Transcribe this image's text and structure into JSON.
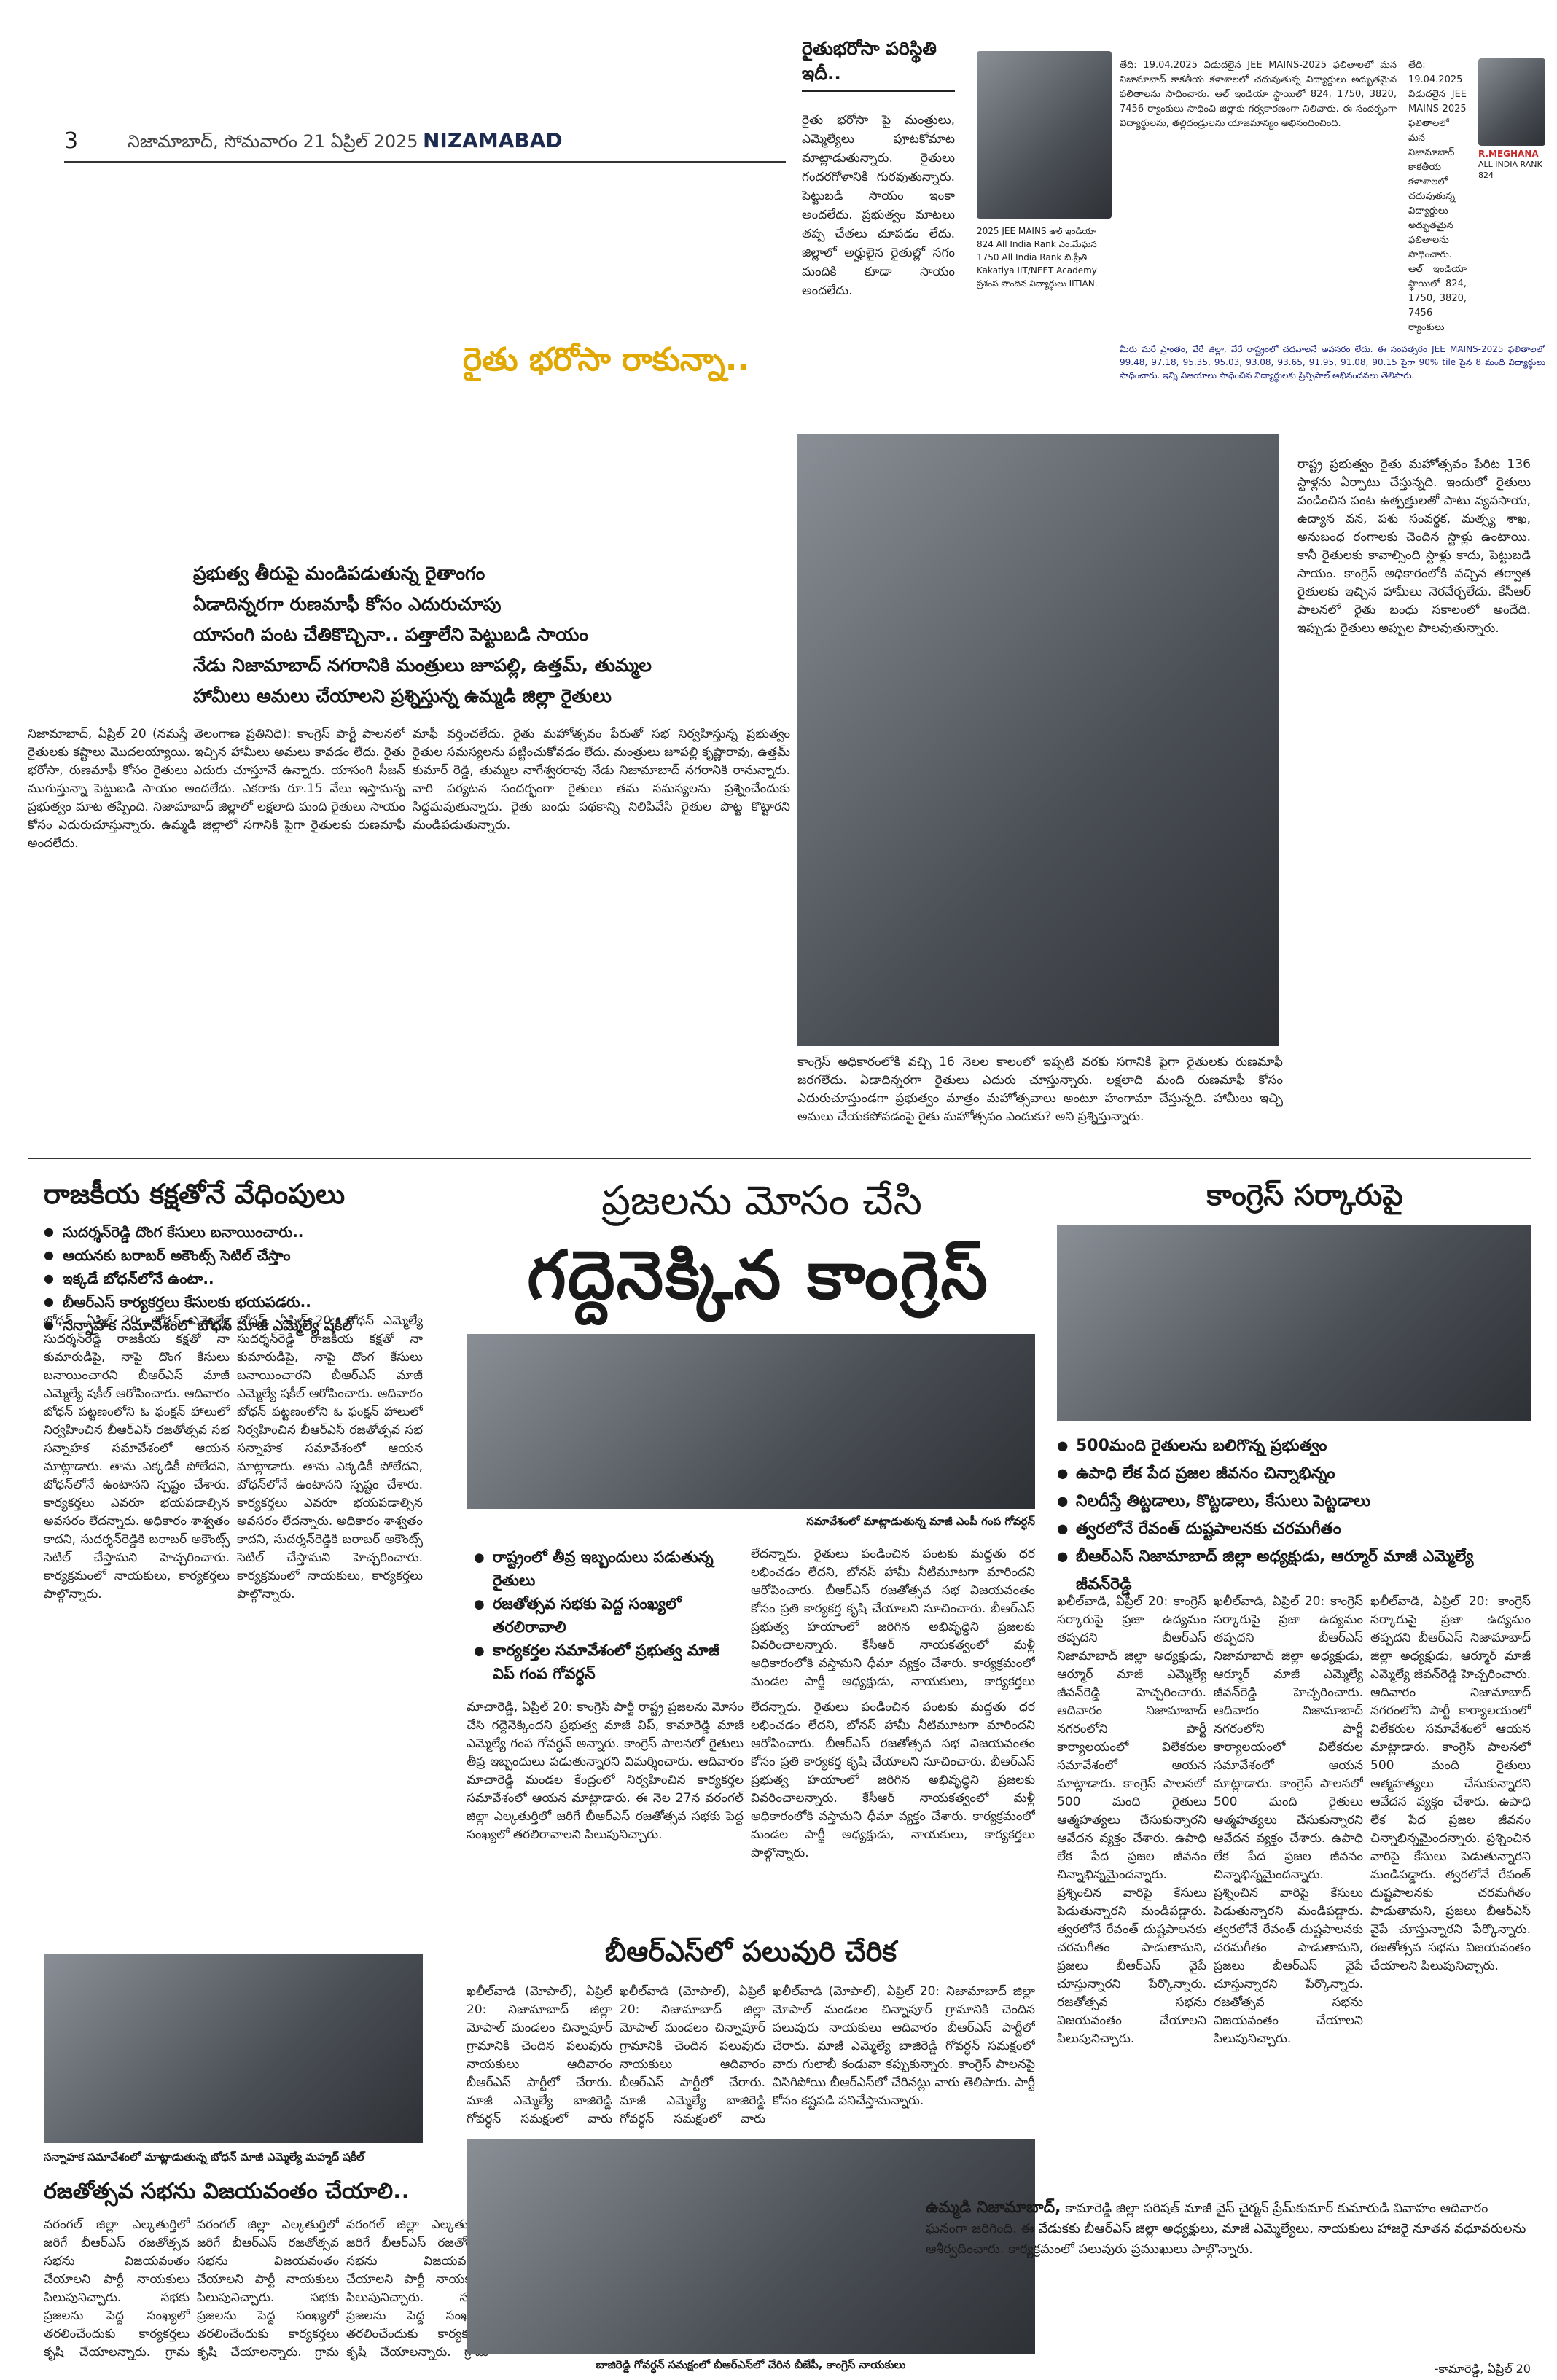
{
  "masthead": {
    "page_number": "3",
    "date_line": "నిజామాబాద్, సోమవారం 21 ఏప్రిల్ 2025",
    "edition": "NIZAMABAD"
  },
  "top_story": {
    "kicker": "రైతు భరోసా రాకున్నా..",
    "sub_headline": "రైతుభరోసా పరిస్థితి ఇదీ..",
    "body": "రైతు భరోసా పై మంత్రులు, ఎమ్మెల్యేలు పూటకోమాట మాట్లాడుతున్నారు. రైతులు గందరగోళానికి గురవుతున్నారు. పెట్టుబడి సాయం ఇంకా అందలేదు. ప్రభుత్వం మాటలు తప్ప చేతలు చూపడం లేదు. జిల్లాలో అర్హులైన రైతుల్లో సగం మందికి కూడా సాయం అందలేదు."
  },
  "jee": {
    "photo_caption": "2025 JEE MAINS ఆల్ ఇండియా 824 All India Rank ఎం.మేఘన 1750 All India Rank బి.ప్రీతి Kakatiya IIT/NEET Academy ప్రశంస పొందిన విద్యార్థులు IITIAN.",
    "body": "తేది: 19.04.2025 విడుదలైన JEE MAINS-2025 ఫలితాలలో మన నిజామాబాద్ కాకతీయ కళాశాలలో చదువుతున్న విద్యార్థులు అద్భుతమైన ఫలితాలను సాధించారు. ఆల్ ఇండియా స్థాయిలో 824, 1750, 3820, 7456 ర్యాంకులు సాధించి జిల్లాకు గర్వకారణంగా నిలిచారు. ఈ సందర్భంగా విద్యార్థులను, తల్లిదండ్రులను యాజమాన్యం అభినందించింది.",
    "student_name": "R.MEGHANA",
    "student_rank": "ALL INDIA RANK 824",
    "footer": "మీరు మరే ప్రాంతం, వేరే జిల్లా, వేరే రాష్ట్రంలో చదవాలనే అవసరం లేదు. ఈ సంవత్సరం JEE MAINS-2025 ఫలితాలలో 99.48, 97.18, 95.35, 95.03, 93.08, 93.65, 91.95, 91.08, 90.15 పైగా 90% tile పైన 8 మంది విద్యార్థులు సాధించారు. ఇన్ని విజయాలు సాధించిన విద్యార్థులకు ప్రిన్సిపాల్ అభినందనలు తెలిపారు."
  },
  "farmers_story": {
    "deck": [
      "ప్రభుత్వ తీరుపై మండిపడుతున్న రైతాంగం",
      "ఏడాదిన్నరగా రుణమాఫీ కోసం ఎదురుచూపు",
      "యాసంగి పంట చేతికొచ్చినా.. పత్తాలేని పెట్టుబడి సాయం",
      "నేడు నిజామాబాద్ నగరానికి మంత్రులు జూపల్లి, ఉత్తమ్, తుమ్మల",
      "హామీలు అమలు చేయాలని ప్రశ్నిస్తున్న ఉమ్మడి జిల్లా రైతులు"
    ],
    "col1": "నిజామాబాద్, ఏప్రిల్ 20 (నమస్తే తెలంగాణ ప్రతినిధి): కాంగ్రెస్ పార్టీ పాలనలో రైతులకు కష్టాలు మొదలయ్యాయి. ఇచ్చిన హామీలు అమలు కావడం లేదు. రైతు భరోసా, రుణమాఫీ కోసం రైతులు ఎదురు చూస్తూనే ఉన్నారు. యాసంగి సీజన్ ముగుస్తున్నా పెట్టుబడి సాయం అందలేదు. ఎకరాకు రూ.15 వేలు ఇస్తామన్న ప్రభుత్వం మాట తప్పింది. నిజామాబాద్ జిల్లాలో లక్షలాది మంది రైతులు సాయం కోసం ఎదురుచూస్తున్నారు. ఉమ్మడి జిల్లాలో సగానికి పైగా రైతులకు రుణమాఫీ అందలేదు.",
    "col2": "మాఫీ వర్తించలేదు. రైతు మహోత్సవం పేరుతో సభ నిర్వహిస్తున్న ప్రభుత్వం రైతుల సమస్యలను పట్టించుకోవడం లేదు. మంత్రులు జూపల్లి కృష్ణారావు, ఉత్తమ్ కుమార్ రెడ్డి, తుమ్మల నాగేశ్వరరావు నేడు నిజామాబాద్ నగరానికి రానున్నారు. వారి పర్యటన సందర్భంగా రైతులు తమ సమస్యలను ప్రశ్నించేందుకు సిద్ధమవుతున్నారు. రైతు బంధు పథకాన్ని నిలిపివేసి రైతుల పొట్ట కొట్టారని మండిపడుతున్నారు.",
    "col3": "రాష్ట్ర ప్రభుత్వం రైతు మహోత్సవం పేరిట 136 స్టాళ్లను ఏర్పాటు చేస్తున్నది. ఇందులో రైతులు పండించిన పంట ఉత్పత్తులతో పాటు వ్యవసాయ, ఉద్యాన వన, పశు సంవర్థక, మత్స్య శాఖ, అనుబంధ రంగాలకు చెందిన స్టాళ్లు ఉంటాయి. కానీ రైతులకు కావాల్సింది స్టాళ్లు కాదు, పెట్టుబడి సాయం. కాంగ్రెస్ అధికారంలోకి వచ్చిన తర్వాత రైతులకు ఇచ్చిన హామీలు నెరవేర్చలేదు. కేసీఆర్ పాలనలో రైతు బంధు సకాలంలో అందేది. ఇప్పుడు రైతులు అప్పుల పాలవుతున్నారు.",
    "bottom_band": "కాంగ్రెస్ అధికారంలోకి వచ్చి 16 నెలల కాలంలో ఇప్పటి వరకు సగానికి పైగా రైతులకు రుణమాఫీ జరగలేదు. ఏడాదిన్నరగా రైతులు ఎదురు చూస్తున్నారు. లక్షలాది మంది రుణమాఫీ కోసం ఎదురుచూస్తుండగా ప్రభుత్వం మాత్రం మహోత్సవాలు అంటూ హంగామా చేస్తున్నది. హామీలు ఇచ్చి అమలు చేయకపోవడంపై రైతు మహోత్సవం ఎందుకు? అని ప్రశ్నిస్తున్నారు."
  },
  "congress_spread": {
    "left_headline": "రాజకీయ కక్షతోనే వేధింపులు",
    "left_bullets": [
      "సుదర్శన్‌రెడ్డి దొంగ కేసులు బనాయించారు..",
      "ఆయనకు బరాబర్ అకౌంట్స్ సెటిల్ చేస్తాం",
      "ఇక్కడే బోధన్‌లోనే ఉంటా..",
      "బీఆర్ఎస్ కార్యకర్తలు కేసులకు భయపడరు..",
      "సన్నాహక సమావేశంలో బోధన్ మాజీ ఎమ్మెల్యే షకీల్"
    ],
    "left_body": "బోధన్, ఏప్రిల్ 20: బోధన్ ఎమ్మెల్యే సుదర్శన్‌రెడ్డి రాజకీయ కక్షతో నా కుమారుడిపై, నాపై దొంగ కేసులు బనాయించారని బీఆర్ఎస్ మాజీ ఎమ్మెల్యే షకీల్ ఆరోపించారు. ఆదివారం బోధన్ పట్టణంలోని ఓ ఫంక్షన్ హాలులో నిర్వహించిన బీఆర్ఎస్ రజతోత్సవ సభ సన్నాహక సమావేశంలో ఆయన మాట్లాడారు. తాను ఎక్కడికీ పోలేదని, బోధన్‌లోనే ఉంటానని స్పష్టం చేశారు. కార్యకర్తలు ఎవరూ భయపడాల్సిన అవసరం లేదన్నారు. అధికారం శాశ్వతం కాదని, సుదర్శన్‌రెడ్డికి బరాబర్ అకౌంట్స్ సెటిల్ చేస్తామని హెచ్చరించారు. కార్యక్రమంలో నాయకులు, కార్యకర్తలు పాల్గొన్నారు.",
    "center_kicker": "ప్రజలను మోసం చేసి",
    "center_headline": "గద్దెనెక్కిన కాంగ్రెస్",
    "center_caption": "సమావేశంలో మాట్లాడుతున్న మాజీ ఎంపీ గంప గోవర్ధన్",
    "center_bullets": [
      "రాష్ట్రంలో తీవ్ర ఇబ్బందులు పడుతున్న రైతులు",
      "రజతోత్సవ సభకు పెద్ద సంఖ్యలో తరలిరావాలి",
      "కార్యకర్తల సమావేశంలో ప్రభుత్వ మాజీ విప్ గంప గోవర్ధన్"
    ],
    "center_body_1": "మాచారెడ్డి, ఏప్రిల్ 20: కాంగ్రెస్ పార్టీ రాష్ట్ర ప్రజలను మోసం చేసి గద్దెనెక్కిందని ప్రభుత్వ మాజీ విప్, కామారెడ్డి మాజీ ఎమ్మెల్యే గంప గోవర్ధన్ అన్నారు. కాంగ్రెస్ పాలనలో రైతులు తీవ్ర ఇబ్బందులు పడుతున్నారని విమర్శించారు. ఆదివారం మాచారెడ్డి మండల కేంద్రంలో నిర్వహించిన కార్యకర్తల సమావేశంలో ఆయన మాట్లాడారు. ఈ నెల 27న వరంగల్ జిల్లా ఎల్కతుర్తిలో జరిగే బీఆర్ఎస్ రజతోత్సవ సభకు పెద్ద సంఖ్యలో తరలిరావాలని పిలుపునిచ్చారు.",
    "center_body_2": "లేదన్నారు. రైతులు పండించిన పంటకు మద్దతు ధర లభించడం లేదని, బోనస్ హామీ నీటిమూటగా మారిందని ఆరోపించారు. బీఆర్ఎస్ రజతోత్సవ సభ విజయవంతం కోసం ప్రతి కార్యకర్త కృషి చేయాలని సూచించారు. బీఆర్ఎస్ ప్రభుత్వ హయాంలో జరిగిన అభివృద్ధిని ప్రజలకు వివరించాలన్నారు. కేసీఆర్ నాయకత్వంలో మళ్లీ అధికారంలోకి వస్తామని ధీమా వ్యక్తం చేశారు. కార్యక్రమంలో మండల పార్టీ అధ్యక్షుడు, నాయకులు, కార్యకర్తలు పాల్గొన్నారు.",
    "right_headline": "కాంగ్రెస్ సర్కారుపై",
    "right_bullets": [
      "500మంది రైతులను బలిగొన్న ప్రభుత్వం",
      "ఉపాధి లేక పేద ప్రజల జీవనం చిన్నాభిన్నం",
      "నిలదీస్తే తిట్టడాలు, కొట్టడాలు, కేసులు పెట్టడాలు",
      "త్వరలోనే రేవంత్ దుష్టపాలనకు చరమగీతం",
      "బీఆర్ఎస్ నిజామాబాద్ జిల్లా అధ్యక్షుడు, ఆర్మూర్ మాజీ ఎమ్మెల్యే జీవన్‌రెడ్డి"
    ],
    "right_body": "ఖలీల్‌వాడి, ఏప్రిల్ 20: కాంగ్రెస్ సర్కారుపై ప్రజా ఉద్యమం తప్పదని బీఆర్ఎస్ నిజామాబాద్ జిల్లా అధ్యక్షుడు, ఆర్మూర్ మాజీ ఎమ్మెల్యే జీవన్‌రెడ్డి హెచ్చరించారు. ఆదివారం నిజామాబాద్ నగరంలోని పార్టీ కార్యాలయంలో విలేకరుల సమావేశంలో ఆయన మాట్లాడారు. కాంగ్రెస్ పాలనలో 500 మంది రైతులు ఆత్మహత్యలు చేసుకున్నారని ఆవేదన వ్యక్తం చేశారు. ఉపాధి లేక పేద ప్రజల జీవనం చిన్నాభిన్నమైందన్నారు. ప్రశ్నించిన వారిపై కేసులు పెడుతున్నారని మండిపడ్డారు. త్వరలోనే రేవంత్ దుష్టపాలనకు చరమగీతం పాడుతామని, ప్రజలు బీఆర్ఎస్ వైపే చూస్తున్నారని పేర్కొన్నారు. రజతోత్సవ సభను విజయవంతం చేయాలని పిలుపునిచ్చారు."
  },
  "brs_join": {
    "headline": "బీఆర్ఎస్‌లో పలువురి చేరిక",
    "body": "ఖలీల్‌వాడి (మోపాల్), ఏప్రిల్ 20: నిజామాబాద్ జిల్లా మోపాల్ మండలం చిన్నాపూర్ గ్రామానికి చెందిన పలువురు నాయకులు ఆదివారం బీఆర్ఎస్ పార్టీలో చేరారు. మాజీ ఎమ్మెల్యే బాజిరెడ్డి గోవర్ధన్ సమక్షంలో వారు గులాబీ కండువా కప్పుకున్నారు. కాంగ్రెస్ పాలనపై విసిగిపోయి బీఆర్ఎస్‌లో చేరినట్లు వారు తెలిపారు. పార్టీ కోసం కష్టపడి పనిచేస్తామన్నారు.",
    "caption": "బాజిరెడ్డి గోవర్ధన్ సమక్షంలో బీఆర్ఎస్‌లో చేరిన బీజేపీ, కాంగ్రెస్ నాయకులు"
  },
  "rally_story": {
    "photo_caption": "సన్నాహక సమావేశంలో మాట్లాడుతున్న బోధన్ మాజీ ఎమ్మెల్యే మహ్మద్ షకీల్",
    "headline": "రజతోత్సవ సభను విజయవంతం చేయాలి..",
    "body": "వరంగల్ జిల్లా ఎల్కతుర్తిలో జరిగే బీఆర్ఎస్ రజతోత్సవ సభను విజయవంతం చేయాలని పార్టీ నాయకులు పిలుపునిచ్చారు. సభకు ప్రజలను పెద్ద సంఖ్యలో తరలించేందుకు కార్యకర్తలు కృషి చేయాలన్నారు. గ్రామ గ్రామాన సన్నాహక సమావేశాలు నిర్వహించాలని సూచించారు. కార్యక్రమంలో మండల అధ్యక్షులు, మాజీ ప్రజాప్రతినిధులు, నాయకులు, కార్యకర్తలు పాల్గొన్నారు."
  },
  "wedding": {
    "lead": "ఉమ్మడి నిజామాబాద్,",
    "body": "కామారెడ్డి జిల్లా పరిషత్ మాజీ వైస్ చైర్మన్ ప్రేమ్‌కుమార్ కుమారుడి వివాహం ఆదివారం ఘనంగా జరిగింది. ఈ వేడుకకు బీఆర్ఎస్ జిల్లా అధ్యక్షులు, మాజీ ఎమ్మెల్యేలు, నాయకులు హాజరై నూతన వధూవరులను ఆశీర్వదించారు. కార్యక్రమంలో పలువురు ప్రముఖులు పాల్గొన్నారు.",
    "dateline": "-కామారెడ్డి, ఏప్రిల్ 20"
  }
}
